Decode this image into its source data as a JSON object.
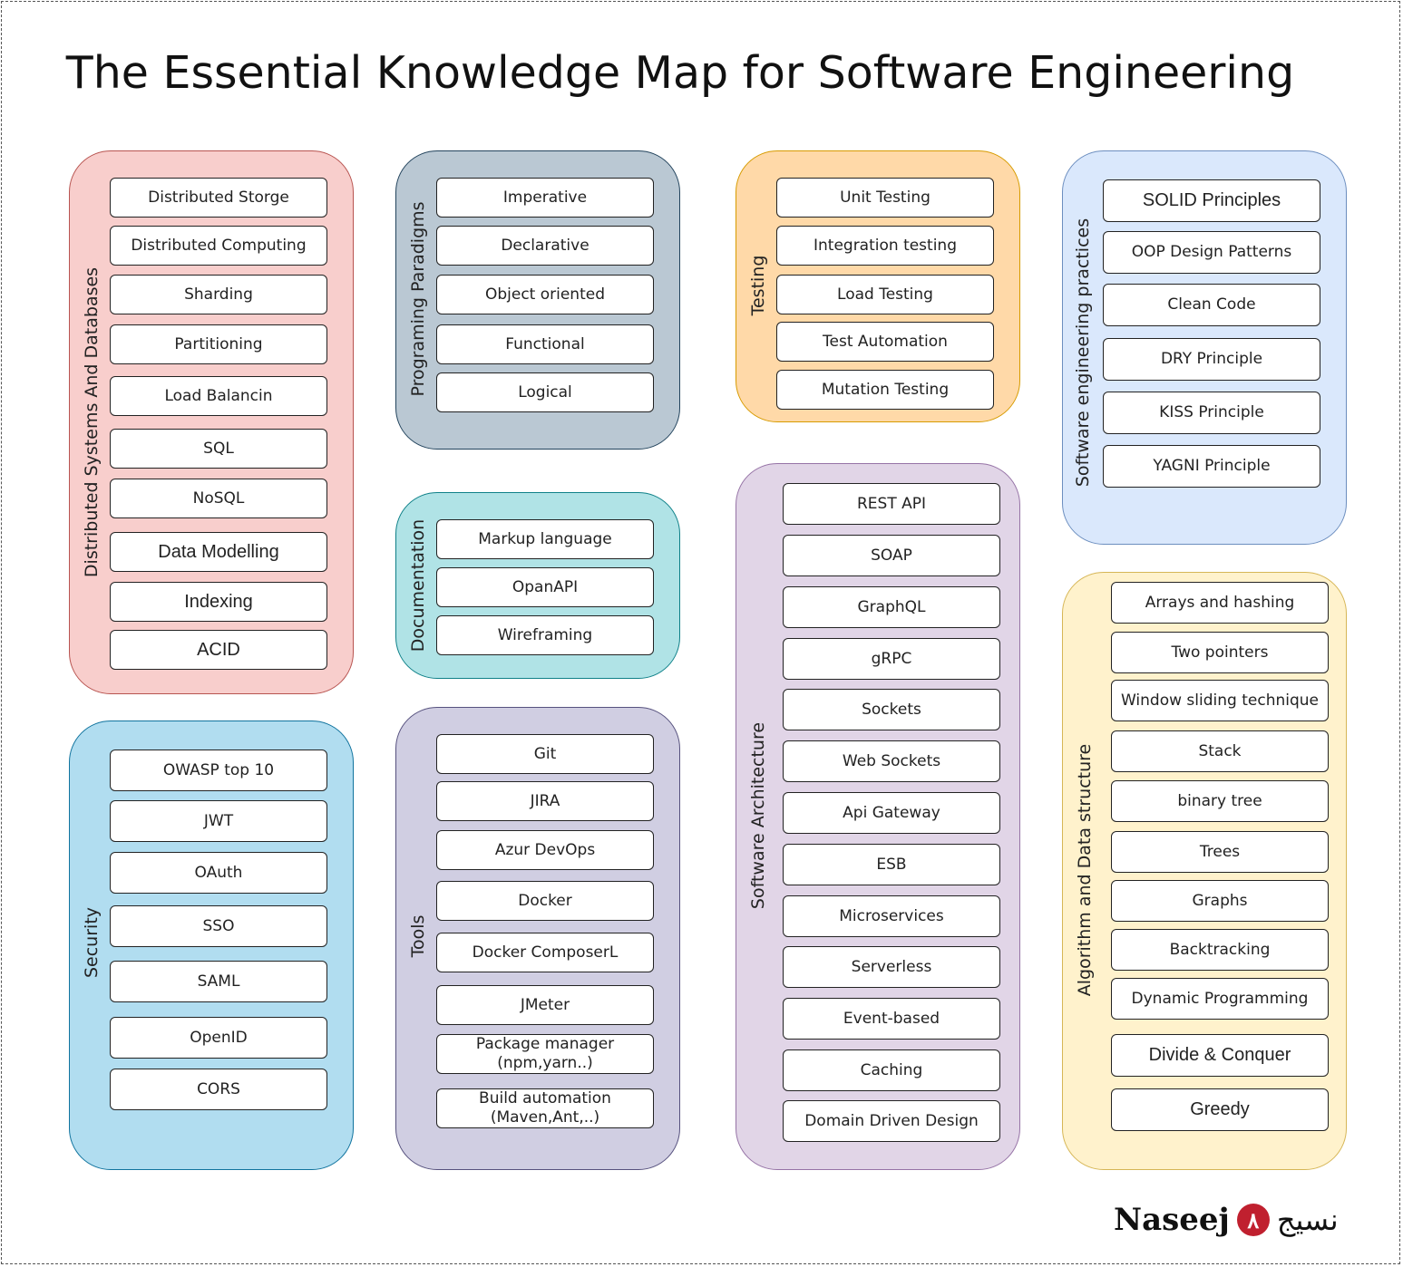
{
  "title": "The Essential Knowledge Map for Software Engineering",
  "colors": {
    "distributed": {
      "fill": "#f8cecc",
      "stroke": "#b85450"
    },
    "paradigms": {
      "fill": "#bac8d3",
      "stroke": "#23445d"
    },
    "testing": {
      "fill": "#ffd9a8",
      "stroke": "#d79b00"
    },
    "practices": {
      "fill": "#dae8fc",
      "stroke": "#6c8ebf"
    },
    "documentation": {
      "fill": "#b0e3e6",
      "stroke": "#0e8088"
    },
    "architecture": {
      "fill": "#e1d5e7",
      "stroke": "#9673a6"
    },
    "algorithms": {
      "fill": "#fff2cc",
      "stroke": "#d6b656"
    },
    "security": {
      "fill": "#b1ddf0",
      "stroke": "#10739e"
    },
    "tools": {
      "fill": "#d0cee2",
      "stroke": "#56517e"
    }
  },
  "groups": {
    "distributed": {
      "label": "Distributed Systems And Databases",
      "items": [
        "Distributed Storge",
        "Distributed Computing",
        "Sharding",
        "Partitioning",
        "Load Balancin",
        "SQL",
        "NoSQL",
        "Data Modelling",
        "Indexing",
        "ACID"
      ]
    },
    "paradigms": {
      "label": "Programing Paradigms",
      "items": [
        "Imperative",
        "Declarative",
        "Object oriented",
        "Functional",
        "Logical"
      ]
    },
    "testing": {
      "label": "Testing",
      "items": [
        "Unit Testing",
        "Integration testing",
        "Load Testing",
        "Test Automation",
        "Mutation Testing"
      ]
    },
    "practices": {
      "label": "Software engineering practices",
      "items": [
        "SOLID Principles",
        "OOP Design Patterns",
        "Clean Code",
        "DRY Principle",
        "KISS Principle",
        "YAGNI Principle"
      ]
    },
    "documentation": {
      "label": "Documentation",
      "items": [
        "Markup language",
        "OpanAPI",
        "Wireframing"
      ]
    },
    "architecture": {
      "label": "Software Architecture",
      "items": [
        "REST API",
        "SOAP",
        "GraphQL",
        "gRPC",
        "Sockets",
        "Web Sockets",
        "Api Gateway",
        "ESB",
        "Microservices",
        "Serverless",
        "Event-based",
        "Caching",
        "Domain Driven Design"
      ]
    },
    "algorithms": {
      "label": "Algorithm and Data structure",
      "items": [
        "Arrays and hashing",
        "Two pointers",
        "Window sliding technique",
        "Stack",
        "binary tree",
        "Trees",
        "Graphs",
        "Backtracking",
        "Dynamic Programming",
        "Divide & Conquer",
        "Greedy"
      ]
    },
    "security": {
      "label": "Security",
      "items": [
        "OWASP top 10",
        "JWT",
        "OAuth",
        "SSO",
        "SAML",
        "OpenID",
        "CORS"
      ]
    },
    "tools": {
      "label": "Tools",
      "items": [
        "Git",
        "JIRA",
        "Azur DevOps",
        "Docker",
        "Docker ComposerL",
        "JMeter",
        "Package manager\n(npm,yarn..)",
        "Build automation\n(Maven,Ant,..)"
      ]
    }
  },
  "logo": {
    "latin": "Naseej",
    "mark": "٨",
    "arabic": "نسيج"
  }
}
